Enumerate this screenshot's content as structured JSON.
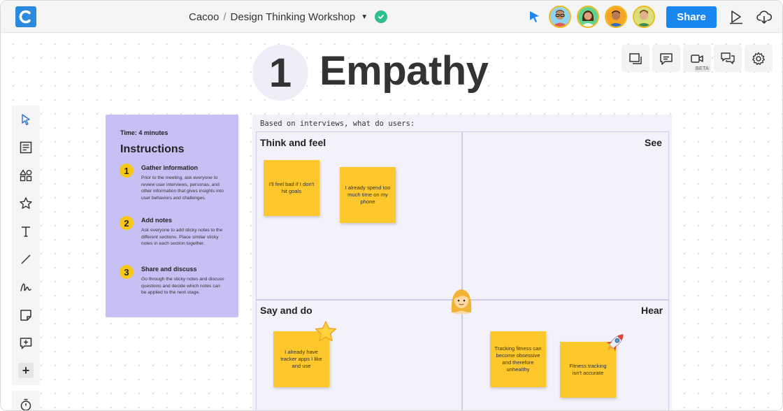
{
  "header": {
    "workspace": "Cacoo",
    "separator": "/",
    "document_title": "Design Thinking Workshop",
    "share_label": "Share"
  },
  "toolbar_right": {
    "beta_label": "BETA"
  },
  "board": {
    "number": "1",
    "title": "Empathy"
  },
  "instructions": {
    "time": "Time: 4 minutes",
    "heading": "Instructions",
    "steps": [
      {
        "number": "1",
        "title": "Gather information",
        "body": "Prior to the meeting, ask everyone to review user interviews, personas, and other information that gives insights into user behaviors and challenges."
      },
      {
        "number": "2",
        "title": "Add notes",
        "body": "Ask everyone to add sticky notes to the different sections. Place similar sticky notes in each section together."
      },
      {
        "number": "3",
        "title": "Share and discuss",
        "body": "Go through the sticky notes and discuss questions and decide which notes can be applied to the next stage."
      }
    ]
  },
  "map": {
    "caption": "Based on interviews, what do users:",
    "quadrants": {
      "think_feel": "Think and feel",
      "see": "See",
      "say_do": "Say and do",
      "hear": "Hear"
    },
    "stickies": [
      "I'll feel bad if I don't hit goals",
      "I already spend too much time on my phone",
      "I already have tracker apps I like and use",
      "Tracking fitness can become obsessive and therefore unhealthy",
      "Fitness tracking isn't accurate"
    ]
  },
  "colors": {
    "accent": "#1a86f0",
    "instructions_bg": "#c7c0f5",
    "sticky": "#fec72b",
    "step_badge": "#f9c813",
    "saved_check": "#2fbf8c"
  }
}
